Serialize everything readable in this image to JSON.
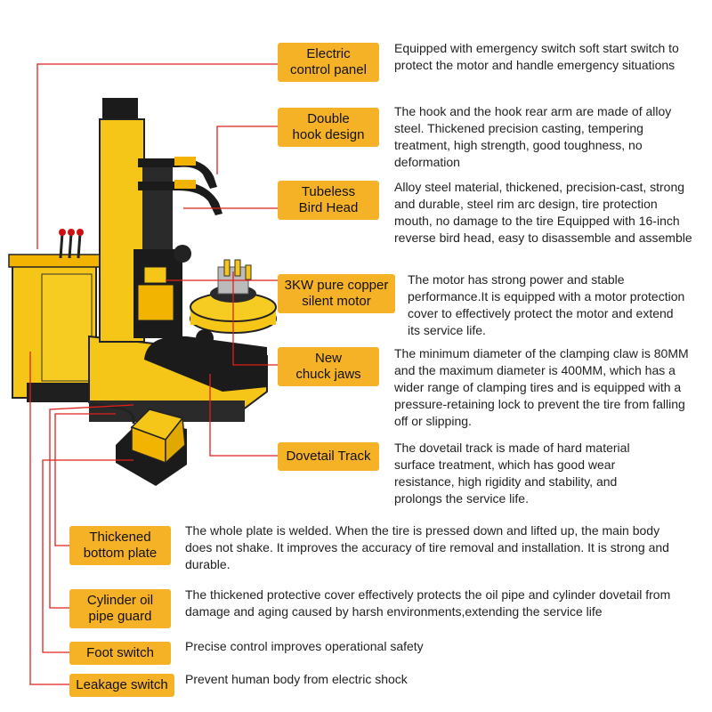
{
  "features": [
    {
      "label": "Electric\ncontrol panel",
      "desc": "Equipped with emergency switch soft start switch to protect the motor and handle emergency situations"
    },
    {
      "label": "Double\nhook design",
      "desc": "The hook and the hook rear arm are made of alloy steel. Thickened precision casting, tempering treatment, high strength, good toughness, no deformation"
    },
    {
      "label": "Tubeless\nBird Head",
      "desc": "Alloy steel material, thickened, precision-cast, strong and durable, steel rim arc design, tire protection mouth, no damage to the tire Equipped with 16-inch reverse bird head, easy to disassemble and assemble"
    },
    {
      "label": "3KW pure copper\nsilent motor",
      "desc": "The motor has strong power and stable performance.It is equipped with a motor protection cover to effectively protect the motor and extend its service life."
    },
    {
      "label": "New\nchuck jaws",
      "desc": "The minimum diameter of the clamping claw is 80MM and the maximum diameter is 400MM, which has a wider range of clamping tires and is equipped with a pressure-retaining lock to prevent the tire from falling off or slipping."
    },
    {
      "label": "Dovetail Track",
      "desc": "The dovetail track is made of hard material surface treatment, which has good wear resistance, high rigidity and stability, and prolongs the service life."
    },
    {
      "label": "Thickened\nbottom plate",
      "desc": "The whole plate is welded. When the tire is pressed down and lifted up, the main body does not shake. It improves the accuracy of tire removal and installation. It is strong and durable."
    },
    {
      "label": "Cylinder oil\npipe guard",
      "desc": "The thickened protective cover effectively protects the oil pipe and cylinder dovetail from damage and aging caused by harsh environments,extending the service life"
    },
    {
      "label": "Foot switch",
      "desc": "Precise control improves operational safety"
    },
    {
      "label": "Leakage switch",
      "desc": "Prevent human body from electric shock"
    }
  ],
  "colors": {
    "label_bg": "#f6b227",
    "leader": "#e0201b",
    "machine_yellow": "#f5c518",
    "machine_dark": "#1b1b1b"
  }
}
